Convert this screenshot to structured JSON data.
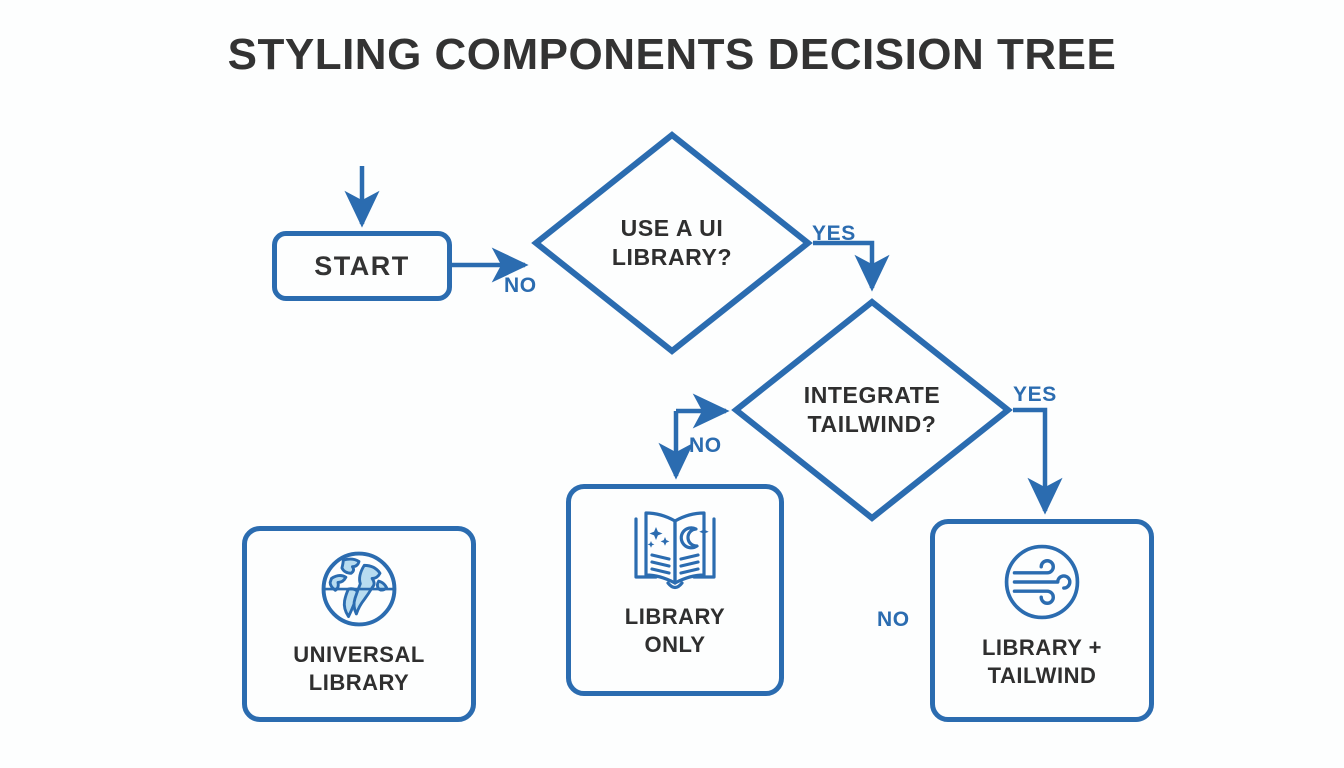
{
  "page": {
    "title": "STYLING COMPONENTS DECISION TREE",
    "background_color": "#fdfefe",
    "accent_color": "#2b6cb0",
    "text_color": "#333333",
    "icon_fill_color": "#b8dcf0"
  },
  "nodes": {
    "start": {
      "label": "START",
      "shape": "rounded-rectangle"
    },
    "decision_ui_library": {
      "label_line1": "USE A UI",
      "label_line2": "LIBRARY?",
      "shape": "diamond"
    },
    "decision_tailwind": {
      "label_line1": "INTEGRATE",
      "label_line2": "TAILWIND?",
      "shape": "diamond"
    },
    "result_universal_library": {
      "label_line1": "UNIVERSAL",
      "label_line2": "LIBRARY",
      "icon": "globe-icon",
      "shape": "rounded-rectangle"
    },
    "result_library_only": {
      "label_line1": "LIBRARY",
      "label_line2": "ONLY",
      "icon": "open-book-icon",
      "shape": "rounded-rectangle"
    },
    "result_library_tailwind": {
      "label_line1": "LIBRARY +",
      "label_line2": "TAILWIND",
      "icon": "wind-circle-icon",
      "shape": "rounded-rectangle"
    }
  },
  "edges": {
    "start_to_ui_library": {
      "label": "NO"
    },
    "ui_library_yes": {
      "label": "YES"
    },
    "tailwind_no": {
      "label": "NO"
    },
    "tailwind_yes": {
      "label": "YES"
    },
    "tailwind_fallback_no": {
      "label": "NO"
    }
  }
}
